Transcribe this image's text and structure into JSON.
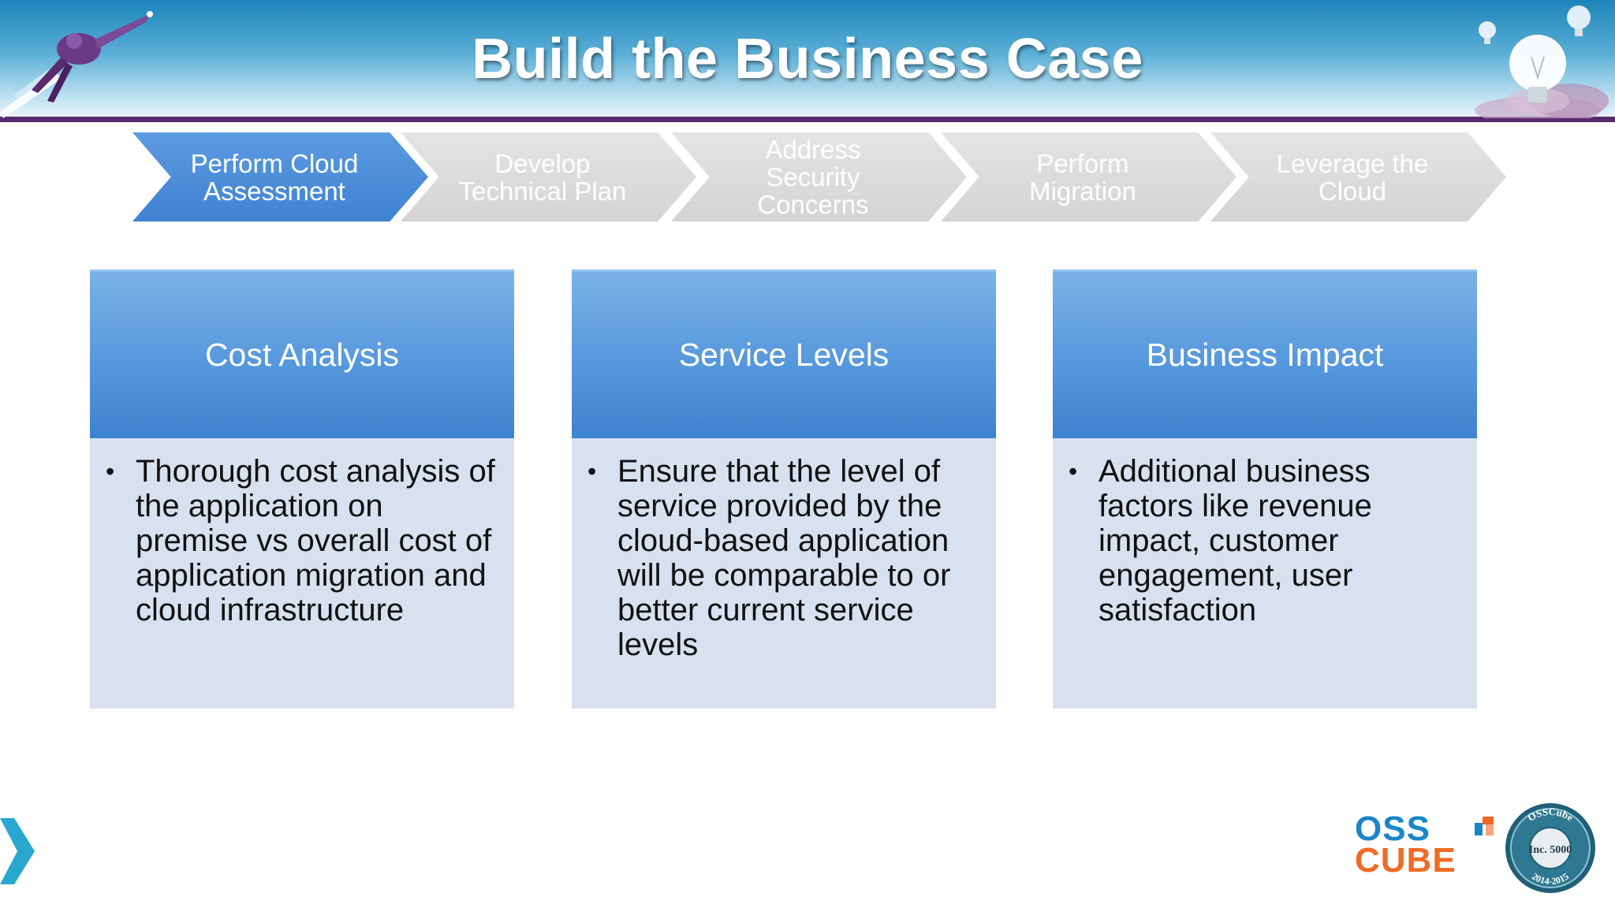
{
  "title": "Build the Business Case",
  "steps": [
    {
      "label": "Perform Cloud Assessment",
      "state": "active"
    },
    {
      "label": "Develop Technical Plan",
      "state": "inactive"
    },
    {
      "label": "Address Security Concerns",
      "state": "inactive"
    },
    {
      "label": "Perform Migration",
      "state": "inactive"
    },
    {
      "label": "Leverage the Cloud",
      "state": "inactive"
    }
  ],
  "cards": [
    {
      "title": "Cost Analysis",
      "bullet": "Thorough cost analysis of the application on premise vs overall cost of application migration and cloud infrastructure"
    },
    {
      "title": "Service Levels",
      "bullet": "Ensure that the level of service provided by the cloud-based application will be comparable to or better current service levels"
    },
    {
      "title": "Business Impact",
      "bullet": "Additional business factors like revenue impact, customer engagement, user satisfaction"
    }
  ],
  "logo": {
    "line1": "OSS",
    "line2": "CUBE"
  },
  "badge": {
    "top": "OSSCube",
    "center": "Inc. 5000",
    "years": "2014-2015"
  },
  "icons": {
    "header_left": "rocket-person-icon",
    "header_right": "lightbulb-cloud-icon",
    "nav": "chevron-right-icon"
  },
  "colors": {
    "accent": "#4a8bd6",
    "header_rule": "#5a2a6e",
    "card_body": "#d7e1ef",
    "logo_blue": "#1a86c8",
    "logo_orange": "#f06a24"
  }
}
